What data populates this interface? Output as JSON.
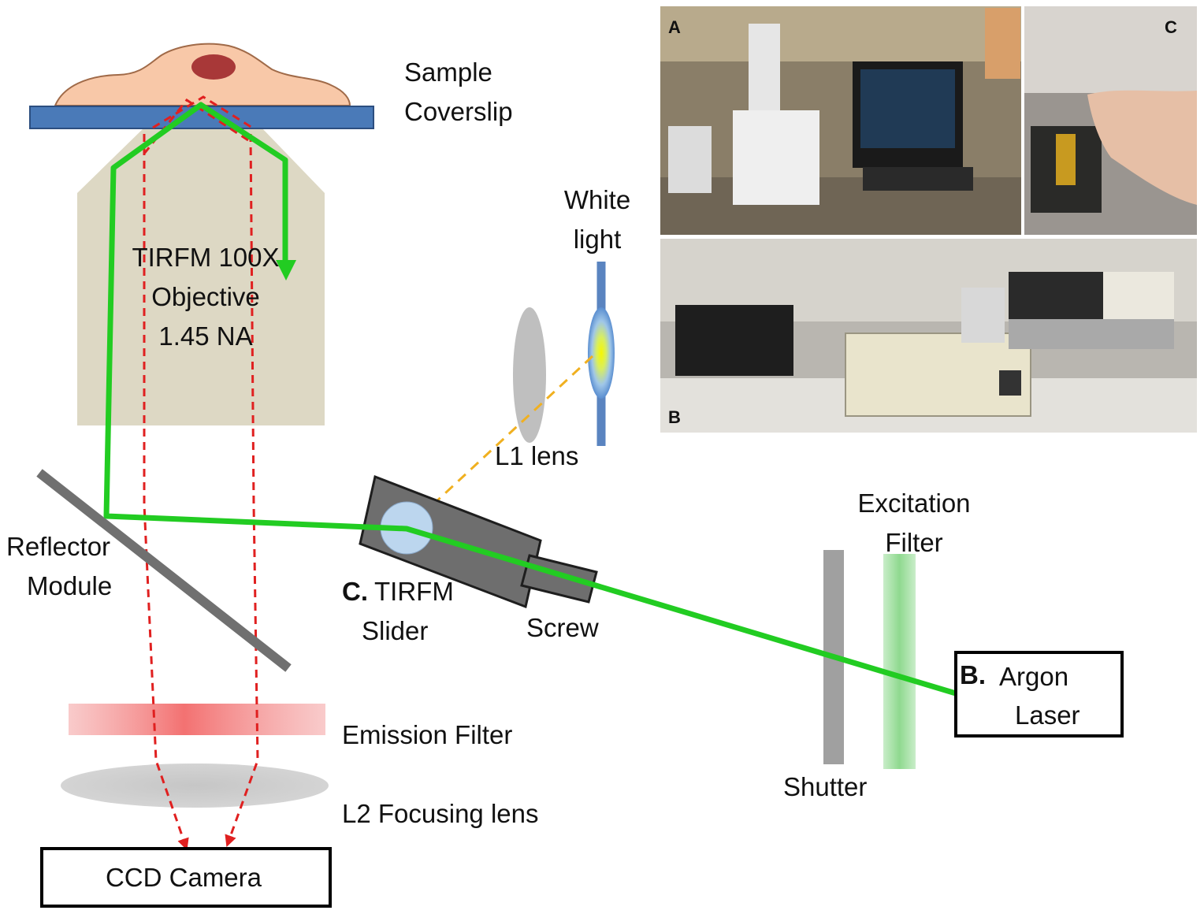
{
  "labels": {
    "sample_line1": "Sample",
    "sample_line2": "Coverslip",
    "objective_line1": "TIRFM 100X",
    "objective_line2": "Objective",
    "objective_line3": "1.45 NA",
    "white_light_line1": "White",
    "white_light_line2": "light",
    "l1_lens": "L1 lens",
    "reflector_line1": "Reflector",
    "reflector_line2": "Module",
    "slider_prefix": "C.",
    "slider_line1": "TIRFM",
    "slider_line2": "Slider",
    "screw": "Screw",
    "excitation_line1": "Excitation",
    "excitation_line2": "Filter",
    "laser_prefix": "B.",
    "laser_line1": "Argon",
    "laser_line2": "Laser",
    "shutter": "Shutter",
    "emission_filter": "Emission Filter",
    "l2_lens": "L2 Focusing lens",
    "ccd_camera": "CCD Camera"
  },
  "photos": {
    "a_letter": "A",
    "b_letter": "B",
    "c_letter": "C"
  },
  "colors": {
    "excitation_beam": "#22cc22",
    "emission_beam": "#e02020",
    "white_light_path": "#f0b020",
    "coverslip": "#4a7ab8",
    "cell": "#f8c8a8",
    "nucleus": "#a83838",
    "objective": "#ddd8c4",
    "reflector": "#707070",
    "slider": "#6e6e6e",
    "shutter": "#a0a0a0"
  }
}
